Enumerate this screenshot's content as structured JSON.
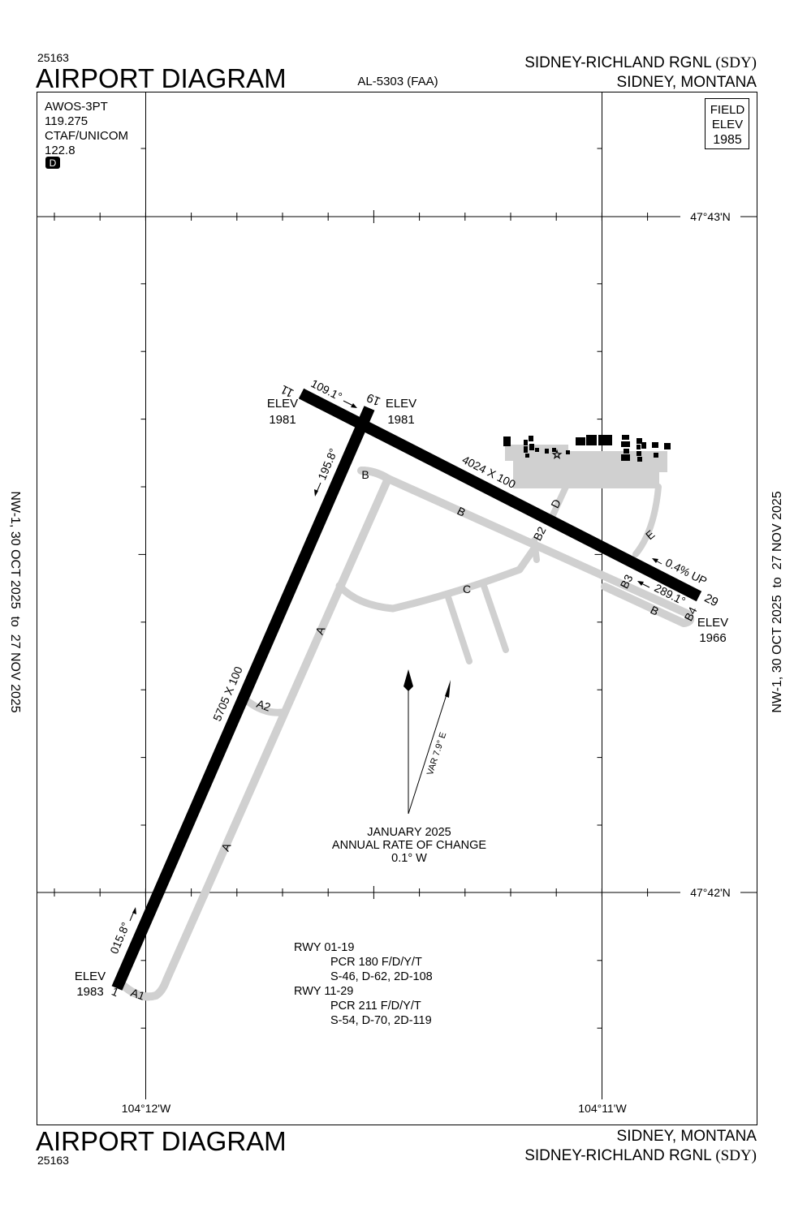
{
  "header": {
    "chart_id": "25163",
    "title": "AIRPORT DIAGRAM",
    "procedure": "AL-5303 (FAA)",
    "airport_name": "SIDNEY-RICHLAND RGNL",
    "airport_id": "(SDY)",
    "city": "SIDNEY, MONTANA"
  },
  "footer": {
    "chart_id": "25163",
    "title": "AIRPORT DIAGRAM",
    "city": "SIDNEY, MONTANA",
    "airport_name": "SIDNEY-RICHLAND RGNL",
    "airport_id": "(SDY)"
  },
  "comms": {
    "awos_label": "AWOS-3PT",
    "awos_freq": "119.275",
    "ctaf_label": "CTAF/UNICOM",
    "ctaf_freq": "122.8",
    "badge": "D"
  },
  "field_elev": {
    "line1": "FIELD",
    "line2": "ELEV",
    "value": "1985"
  },
  "coordinates": {
    "lat_top": "47°43'N",
    "lat_bottom": "47°42'N",
    "lon_left": "104°12'W",
    "lon_right": "104°11'W"
  },
  "validity": {
    "left": "NW-1, 30 OCT 2025  to  27 NOV 2025",
    "right": "NW-1, 30 OCT 2025  to  27 NOV 2025"
  },
  "runways": {
    "rwy_01_19": {
      "end_01": "1",
      "end_19": "19",
      "dimensions": "5705 X 100",
      "heading_01": "015.8°",
      "heading_19": "195.8°",
      "elev_01_label": "ELEV",
      "elev_01_value": "1983",
      "elev_19_label": "ELEV",
      "elev_19_value": "1981"
    },
    "rwy_11_29": {
      "end_11": "11",
      "end_29": "29",
      "dimensions": "4024 X 100",
      "heading_11": "109.1°",
      "heading_29": "289.1°",
      "gradient": "0.4% UP",
      "elev_11_label": "ELEV",
      "elev_11_value": "1981",
      "elev_29_label": "ELEV",
      "elev_29_value": "1966"
    }
  },
  "taxiways": {
    "a": "A",
    "a1": "A1",
    "a2": "A2",
    "b": "B",
    "b2": "B2",
    "b3": "B3",
    "b4": "B4",
    "c": "C",
    "d": "D",
    "e": "E"
  },
  "magvar": {
    "var": "VAR 7.9° E",
    "date": "JANUARY 2025",
    "rate_label": "ANNUAL RATE OF CHANGE",
    "rate_value": "0.1° W"
  },
  "strength": {
    "rwy1_label": "RWY 01-19",
    "rwy1_pcr": "PCR 180 F/D/Y/T",
    "rwy1_weights": "S-46, D-62, 2D-108",
    "rwy2_label": "RWY 11-29",
    "rwy2_pcr": "PCR 211 F/D/Y/T",
    "rwy2_weights": "S-54, D-70, 2D-119"
  }
}
